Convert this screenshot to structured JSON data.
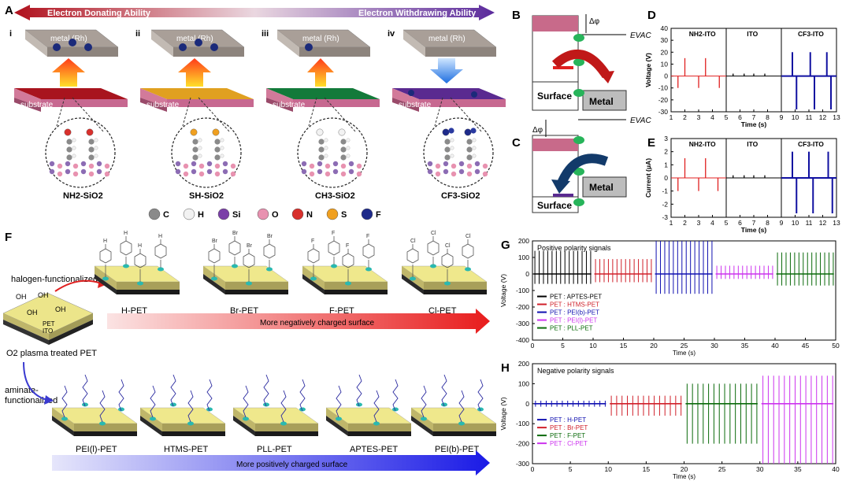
{
  "panelA": {
    "label": "A",
    "arrow_left": "Electron Donating Ability",
    "arrow_right": "Electron Withdrawing Ability",
    "subpanels": [
      {
        "roman": "i",
        "metal": "metal (Rh)",
        "substrate": "substrate",
        "molecule": "NH2-SiO2"
      },
      {
        "roman": "ii",
        "metal": "metal (Rh)",
        "substrate": "substrate",
        "molecule": "SH-SiO2"
      },
      {
        "roman": "iii",
        "metal": "metal (Rh)",
        "substrate": "substrate",
        "molecule": "CH3-SiO2"
      },
      {
        "roman": "iv",
        "metal": "metal (Rh)",
        "substrate": "substrate",
        "molecule": "CF3-SiO2"
      }
    ],
    "legend": [
      {
        "symbol": "C",
        "color": "#8a8a8a"
      },
      {
        "symbol": "H",
        "color": "#f2f2f2"
      },
      {
        "symbol": "Si",
        "color": "#7b3fa8"
      },
      {
        "symbol": "O",
        "color": "#e892b0"
      },
      {
        "symbol": "N",
        "color": "#d8302c"
      },
      {
        "symbol": "S",
        "color": "#f0a020"
      },
      {
        "symbol": "F",
        "color": "#1e2a8a"
      }
    ]
  },
  "panelB": {
    "label": "B",
    "surface": "Surface",
    "metal": "Metal",
    "delta": "Δφ",
    "evac": "EVAC"
  },
  "panelC": {
    "label": "C",
    "surface": "Surface",
    "metal": "Metal",
    "delta": "Δφ",
    "evac": "EVAC"
  },
  "panelD": {
    "label": "D",
    "ylabel": "Voltage (V)",
    "xlabel": "Time (s)",
    "yticks": [
      "40",
      "30",
      "20",
      "10",
      "0",
      "-10",
      "-20",
      "-30"
    ],
    "xticks": [
      "1",
      "2",
      "3",
      "4",
      "5",
      "6",
      "7",
      "8",
      "9",
      "10",
      "11",
      "12",
      "13"
    ],
    "groups": [
      "NH2-ITO",
      "ITO",
      "CF3-ITO"
    ]
  },
  "panelE": {
    "label": "E",
    "ylabel": "Current (μA)",
    "xlabel": "Time (s)",
    "yticks": [
      "3",
      "2",
      "1",
      "0",
      "-1",
      "-2",
      "-3"
    ],
    "xticks": [
      "1",
      "2",
      "3",
      "4",
      "5",
      "6",
      "7",
      "8",
      "9",
      "10",
      "11",
      "12",
      "13"
    ],
    "groups": [
      "NH2-ITO",
      "ITO",
      "CF3-ITO"
    ]
  },
  "panelF": {
    "label": "F",
    "start_label": "O2 plasma treated PET",
    "pet": "PET",
    "ito": "ITO",
    "halogen_label": "halogen-functionalized",
    "aminate_label_1": "aminate-",
    "aminate_label_2": "functionalized",
    "halogen_samples": [
      {
        "name": "H-PET",
        "atom": "H"
      },
      {
        "name": "Br-PET",
        "atom": "Br"
      },
      {
        "name": "F-PET",
        "atom": "F"
      },
      {
        "name": "Cl-PET",
        "atom": "Cl"
      }
    ],
    "amine_samples": [
      {
        "name": "PEI(l)-PET"
      },
      {
        "name": "HTMS-PET"
      },
      {
        "name": "PLL-PET"
      },
      {
        "name": "APTES-PET"
      },
      {
        "name": "PEI(b)-PET"
      }
    ],
    "neg_arrow": "More negatively charged surface",
    "pos_arrow": "More positively charged surface"
  },
  "panelG": {
    "label": "G",
    "title": "Positive polarity signals",
    "ylabel": "Voltage (V)",
    "xlabel": "Time (s)",
    "yticks": [
      "200",
      "100",
      "0",
      "-100",
      "-200",
      "-300",
      "-400"
    ],
    "xticks": [
      "0",
      "5",
      "10",
      "15",
      "20",
      "25",
      "30",
      "35",
      "40",
      "45",
      "50"
    ],
    "legend": [
      {
        "name": "PET : APTES-PET",
        "color": "#000000"
      },
      {
        "name": "PET : HTMS-PET",
        "color": "#d0202a"
      },
      {
        "name": "PET : PEI(b)-PET",
        "color": "#1010b0"
      },
      {
        "name": "PET : PEI(l)-PET",
        "color": "#cc33ee"
      },
      {
        "name": "PET : PLL-PET",
        "color": "#0a6a0a"
      }
    ]
  },
  "panelH": {
    "label": "H",
    "title": "Negative polarity signals",
    "ylabel": "Voltage (V)",
    "xlabel": "Time (s)",
    "yticks": [
      "200",
      "100",
      "0",
      "-100",
      "-200",
      "-300"
    ],
    "xticks": [
      "0",
      "5",
      "10",
      "15",
      "20",
      "25",
      "30",
      "35",
      "40"
    ],
    "legend": [
      {
        "name": "PET : H-PET",
        "color": "#1010b0"
      },
      {
        "name": "PET : Br-PET",
        "color": "#d0202a"
      },
      {
        "name": "PET : F-PET",
        "color": "#0a6a0a"
      },
      {
        "name": "PET : Cl-PET",
        "color": "#cc33ee"
      }
    ]
  },
  "chart_data": [
    {
      "type": "line",
      "panel": "D",
      "xlabel": "Time (s)",
      "ylabel": "Voltage (V)",
      "xlim": [
        1,
        13
      ],
      "ylim": [
        -30,
        40
      ],
      "series": [
        {
          "name": "NH2-ITO",
          "color": "#e02020",
          "x": [
            1,
            2,
            3,
            4,
            5
          ],
          "peaks": [
            [
              1.5,
              -10
            ],
            [
              2,
              15
            ],
            [
              3,
              -10
            ],
            [
              3.5,
              15
            ],
            [
              4.5,
              -10
            ]
          ]
        },
        {
          "name": "ITO",
          "color": "#000000",
          "x": [
            5,
            9
          ],
          "peaks": [
            [
              5.5,
              2
            ],
            [
              6.3,
              2
            ],
            [
              7,
              2
            ],
            [
              7.8,
              2
            ]
          ]
        },
        {
          "name": "CF3-ITO",
          "color": "#1010a0",
          "x": [
            9,
            13
          ],
          "peaks": [
            [
              9.8,
              20
            ],
            [
              10.1,
              -28
            ],
            [
              11.1,
              20
            ],
            [
              11.4,
              -28
            ],
            [
              12.3,
              20
            ],
            [
              12.6,
              -28
            ]
          ]
        }
      ]
    },
    {
      "type": "line",
      "panel": "E",
      "xlabel": "Time (s)",
      "ylabel": "Current (μA)",
      "xlim": [
        1,
        13
      ],
      "ylim": [
        -3,
        3
      ],
      "series": [
        {
          "name": "NH2-ITO",
          "color": "#e02020",
          "peaks": [
            [
              1.5,
              -1
            ],
            [
              2,
              1.5
            ],
            [
              3,
              -1
            ],
            [
              3.5,
              1.5
            ],
            [
              4.4,
              -1
            ]
          ]
        },
        {
          "name": "ITO",
          "color": "#000000",
          "peaks": [
            [
              5.5,
              0.2
            ],
            [
              6.3,
              0.2
            ],
            [
              7,
              0.2
            ],
            [
              7.8,
              0.2
            ]
          ]
        },
        {
          "name": "CF3-ITO",
          "color": "#1010a0",
          "peaks": [
            [
              9.8,
              2
            ],
            [
              10.1,
              -2.7
            ],
            [
              11,
              2
            ],
            [
              11.3,
              -2.7
            ],
            [
              12.4,
              2
            ],
            [
              12.7,
              -2.7
            ]
          ]
        }
      ]
    },
    {
      "type": "line",
      "panel": "G",
      "xlabel": "Time (s)",
      "ylabel": "Voltage (V)",
      "xlim": [
        0,
        50
      ],
      "ylim": [
        -400,
        200
      ],
      "series": [
        {
          "name": "PET : APTES-PET",
          "color": "#000000",
          "t": [
            0,
            10
          ],
          "max": 140,
          "min": -60
        },
        {
          "name": "PET : HTMS-PET",
          "color": "#d0202a",
          "t": [
            10,
            20
          ],
          "max": 90,
          "min": -50
        },
        {
          "name": "PET : PEI(b)-PET",
          "color": "#1010b0",
          "t": [
            20,
            30
          ],
          "max": 200,
          "min": -120
        },
        {
          "name": "PET : PEI(l)-PET",
          "color": "#cc33ee",
          "t": [
            30,
            40
          ],
          "max": 50,
          "min": -30
        },
        {
          "name": "PET : PLL-PET",
          "color": "#0a6a0a",
          "t": [
            40,
            50
          ],
          "max": 130,
          "min": -70
        }
      ]
    },
    {
      "type": "line",
      "panel": "H",
      "xlabel": "Time (s)",
      "ylabel": "Voltage (V)",
      "xlim": [
        0,
        40
      ],
      "ylim": [
        -300,
        200
      ],
      "series": [
        {
          "name": "PET : H-PET",
          "color": "#1010b0",
          "t": [
            0,
            10
          ],
          "max": 15,
          "min": -15
        },
        {
          "name": "PET : Br-PET",
          "color": "#d0202a",
          "t": [
            10,
            20
          ],
          "max": 40,
          "min": -60
        },
        {
          "name": "PET : F-PET",
          "color": "#0a6a0a",
          "t": [
            20,
            30
          ],
          "max": 100,
          "min": -200
        },
        {
          "name": "PET : Cl-PET",
          "color": "#cc33ee",
          "t": [
            30,
            40
          ],
          "max": 140,
          "min": -300
        }
      ]
    }
  ]
}
